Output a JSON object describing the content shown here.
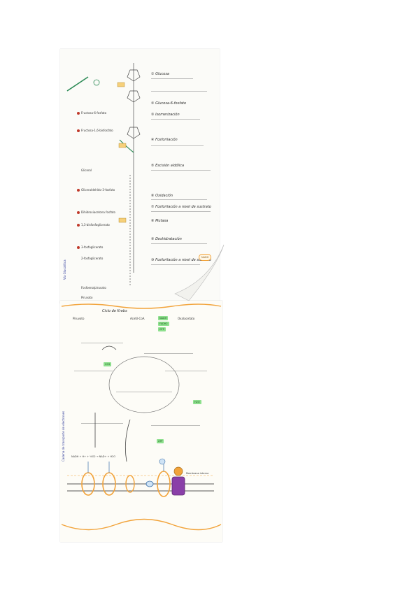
{
  "top_sheet": {
    "left_labels": [
      "Fructosa-6-fosfato",
      "Fructosa-1,6-bisfosfato",
      "Glicerol",
      "Gliceraldehído-3-fosfato",
      "Dihidroxiacetona fosfato",
      "1,3-bisfosfoglicerato",
      "3-fosfoglicerato",
      "2-fosfoglicerato",
      "Fosfoenolpiruvato",
      "Piruvato"
    ],
    "step_notes": [
      "① Glucosa",
      "② Glucosa-6-fosfato",
      "③ Isomerización",
      "④ Fosforilación",
      "⑤ Escisión aldólica",
      "⑥ Oxidación",
      "⑦ Fosforilación a nivel de sustrato",
      "⑧ Mutasa",
      "⑨ Deshidratación",
      "⑩ Fosforilación a nivel de sustrato"
    ],
    "side_label": "Vía Glucolítica",
    "callout": "NADH"
  },
  "bottom_sheet": {
    "title": "Ciclo de Krebs",
    "column_labels": [
      "Piruvato",
      "Acetil-CoA",
      "Oxalacetato"
    ],
    "badges": [
      "NADH",
      "FADH2",
      "GTP",
      "CO2",
      "H2O",
      "ATP"
    ],
    "side_label": "Cadena de transporte de electrones",
    "membrane_caption": "Membrana interna",
    "equation": "NADH + H+ + ½O2 → NAD+ + H2O"
  },
  "colors": {
    "accent_orange": "#f2a33a",
    "badge_green": "#8ee08e",
    "membrane_purple": "#8a3fa8",
    "side_blue": "#3a45a0"
  }
}
